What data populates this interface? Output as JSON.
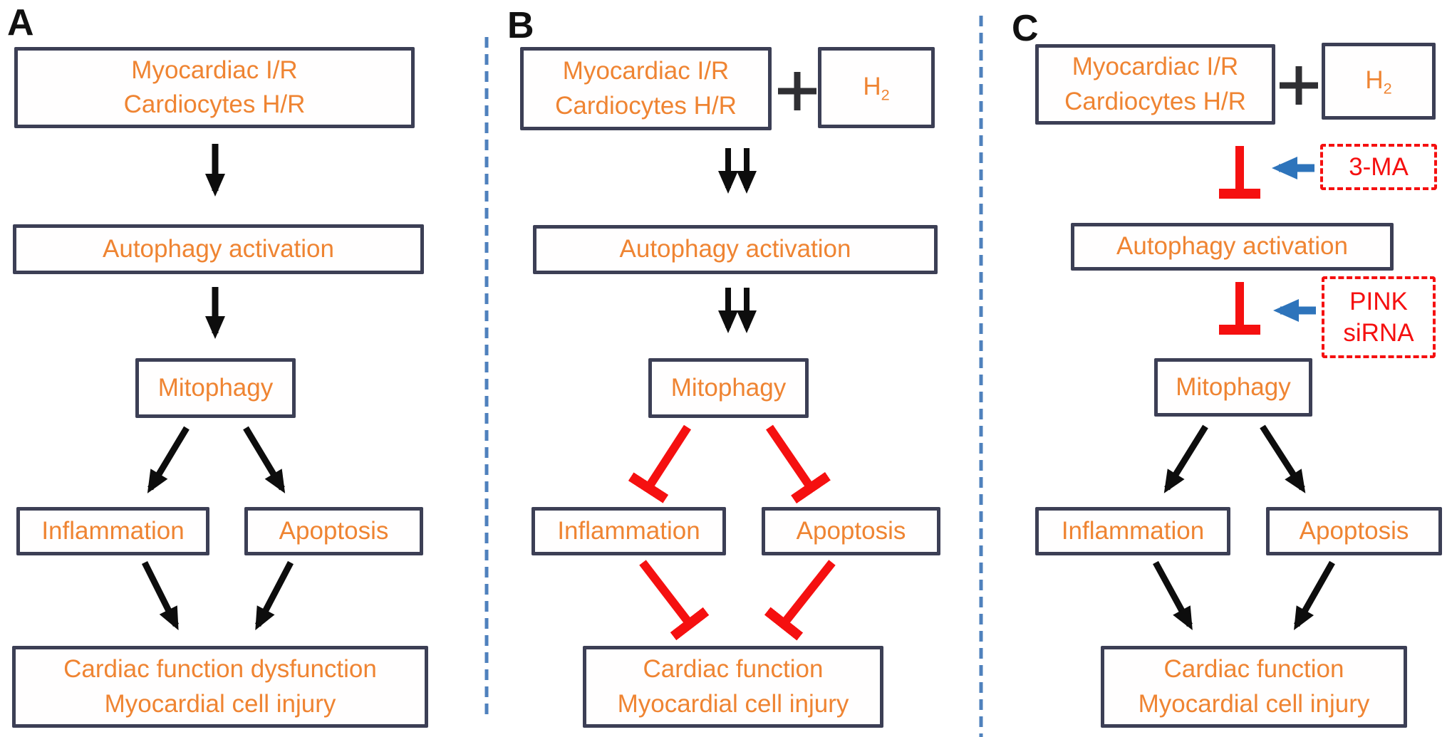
{
  "panels": {
    "a": {
      "label": "A",
      "trigger_line1": "Myocardiac I/R",
      "trigger_line2": "Cardiocytes H/R",
      "autophagy": "Autophagy activation",
      "mitophagy": "Mitophagy",
      "inflammation": "Inflammation",
      "apoptosis": "Apoptosis",
      "outcome_line1": "Cardiac function dysfunction",
      "outcome_line2": "Myocardial cell injury"
    },
    "b": {
      "label": "B",
      "trigger_line1": "Myocardiac I/R",
      "trigger_line2": "Cardiocytes H/R",
      "plus": "+",
      "hydrogen_base": "H",
      "hydrogen_sub": "2",
      "autophagy": "Autophagy activation",
      "mitophagy": "Mitophagy",
      "inflammation": "Inflammation",
      "apoptosis": "Apoptosis",
      "outcome_line1": "Cardiac function",
      "outcome_line2": "Myocardial cell injury"
    },
    "c": {
      "label": "C",
      "trigger_line1": "Myocardiac I/R",
      "trigger_line2": "Cardiocytes H/R",
      "plus": "+",
      "hydrogen_base": "H",
      "hydrogen_sub": "2",
      "inhibitor1": "3-MA",
      "inhibitor2_line1": "PINK",
      "inhibitor2_line2": "siRNA",
      "autophagy": "Autophagy activation",
      "mitophagy": "Mitophagy",
      "inflammation": "Inflammation",
      "apoptosis": "Apoptosis",
      "outcome_line1": "Cardiac function",
      "outcome_line2": "Myocardial cell injury"
    }
  },
  "colors": {
    "box_border": "#3c3f55",
    "box_text": "#ef8432",
    "arrow": "#0d0d0d",
    "inhibition": "#f51010",
    "intervention": "#2e74bb",
    "divider": "#4f81bd",
    "plus": "#2f2f33",
    "panel_label": "#111111"
  }
}
